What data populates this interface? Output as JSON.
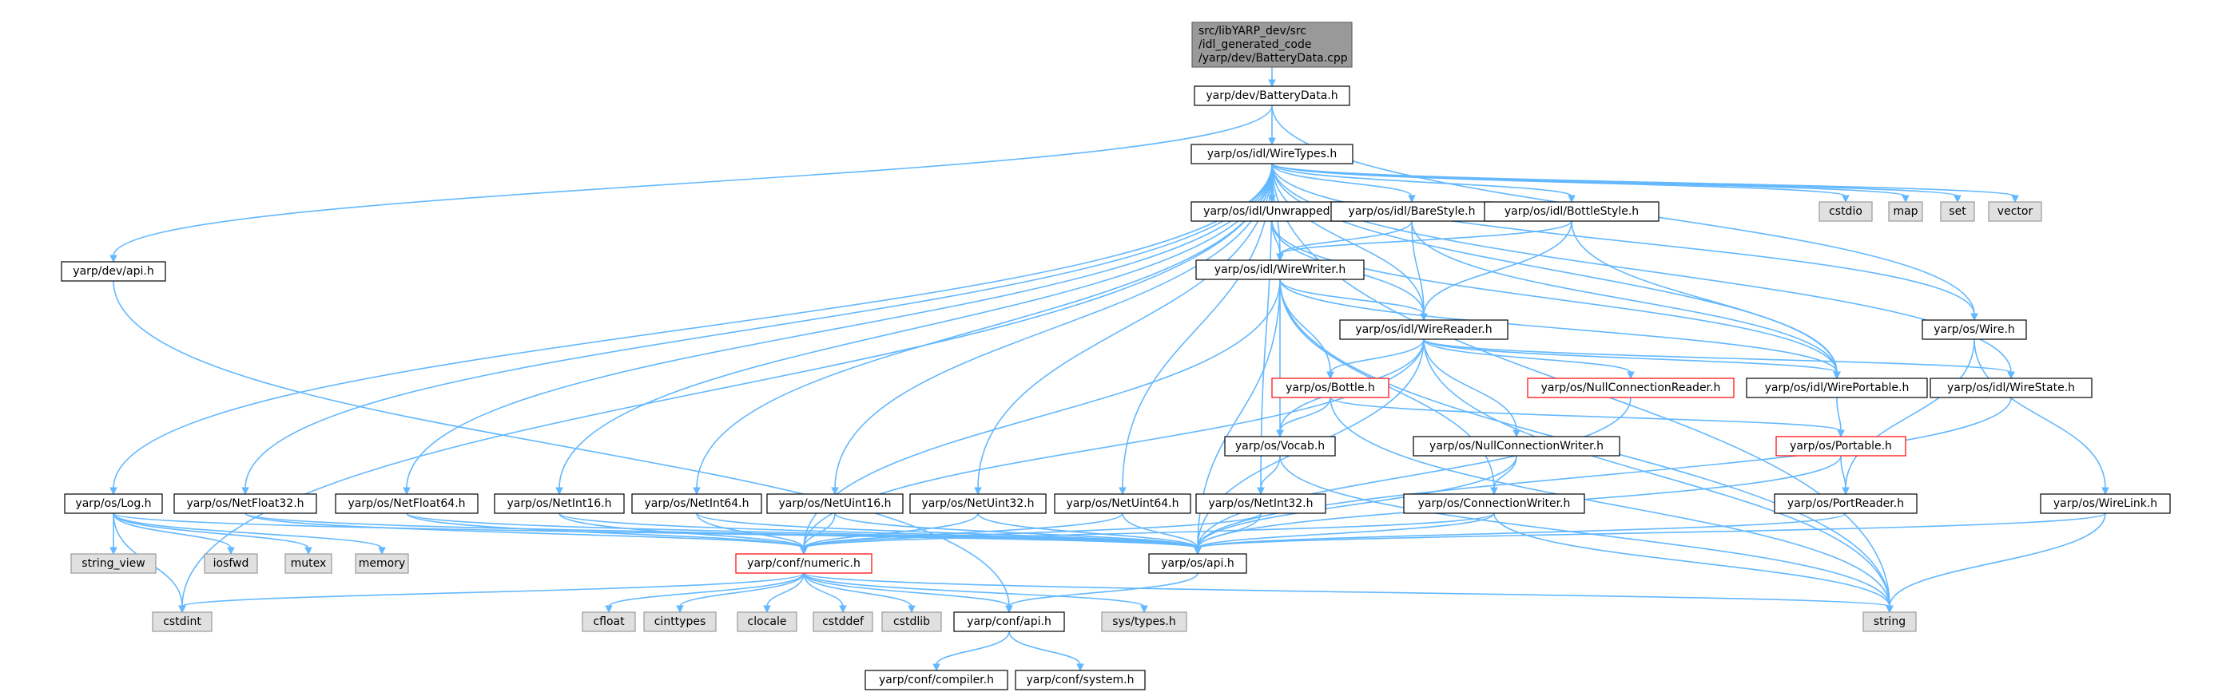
{
  "graph": {
    "colors": {
      "edge": "#63b8ff",
      "node_fill": "#ffffff",
      "node_border": "#000000",
      "root_fill": "#999999",
      "root_border": "#666666",
      "system_fill": "#e0e0e0",
      "system_border": "#999999",
      "truncated_border": "#ff0000"
    },
    "nodes": [
      {
        "id": "root",
        "lines": [
          "src/libYARP_dev/src",
          "/idl_generated_code",
          "/yarp/dev/BatteryData.cpp"
        ],
        "kind": "root"
      },
      {
        "id": "batterydata_h",
        "lines": [
          "yarp/dev/BatteryData.h"
        ],
        "kind": "normal"
      },
      {
        "id": "wiretypes_h",
        "lines": [
          "yarp/os/idl/WireTypes.h"
        ],
        "kind": "normal"
      },
      {
        "id": "dev_api_h",
        "lines": [
          "yarp/dev/api.h"
        ],
        "kind": "normal"
      },
      {
        "id": "unwrapped_h",
        "lines": [
          "yarp/os/idl/Unwrapped.h"
        ],
        "kind": "normal"
      },
      {
        "id": "barestyle_h",
        "lines": [
          "yarp/os/idl/BareStyle.h"
        ],
        "kind": "normal"
      },
      {
        "id": "bottlestyle_h",
        "lines": [
          "yarp/os/idl/BottleStyle.h"
        ],
        "kind": "normal"
      },
      {
        "id": "cstdio",
        "lines": [
          "cstdio"
        ],
        "kind": "system"
      },
      {
        "id": "map",
        "lines": [
          "map"
        ],
        "kind": "system"
      },
      {
        "id": "set",
        "lines": [
          "set"
        ],
        "kind": "system"
      },
      {
        "id": "vector",
        "lines": [
          "vector"
        ],
        "kind": "system"
      },
      {
        "id": "wirewriter_h",
        "lines": [
          "yarp/os/idl/WireWriter.h"
        ],
        "kind": "normal"
      },
      {
        "id": "wirereader_h",
        "lines": [
          "yarp/os/idl/WireReader.h"
        ],
        "kind": "normal"
      },
      {
        "id": "wire_h",
        "lines": [
          "yarp/os/Wire.h"
        ],
        "kind": "normal"
      },
      {
        "id": "bottle_h",
        "lines": [
          "yarp/os/Bottle.h"
        ],
        "kind": "truncated"
      },
      {
        "id": "nullconnreader_h",
        "lines": [
          "yarp/os/NullConnectionReader.h"
        ],
        "kind": "truncated"
      },
      {
        "id": "wireportable_h",
        "lines": [
          "yarp/os/idl/WirePortable.h"
        ],
        "kind": "normal"
      },
      {
        "id": "wirestate_h",
        "lines": [
          "yarp/os/idl/WireState.h"
        ],
        "kind": "normal"
      },
      {
        "id": "vocab_h",
        "lines": [
          "yarp/os/Vocab.h"
        ],
        "kind": "normal"
      },
      {
        "id": "nullconnwriter_h",
        "lines": [
          "yarp/os/NullConnectionWriter.h"
        ],
        "kind": "normal"
      },
      {
        "id": "portable_h",
        "lines": [
          "yarp/os/Portable.h"
        ],
        "kind": "truncated"
      },
      {
        "id": "log_h",
        "lines": [
          "yarp/os/Log.h"
        ],
        "kind": "normal"
      },
      {
        "id": "netfloat32_h",
        "lines": [
          "yarp/os/NetFloat32.h"
        ],
        "kind": "normal"
      },
      {
        "id": "netfloat64_h",
        "lines": [
          "yarp/os/NetFloat64.h"
        ],
        "kind": "normal"
      },
      {
        "id": "netint16_h",
        "lines": [
          "yarp/os/NetInt16.h"
        ],
        "kind": "normal"
      },
      {
        "id": "netint64_h",
        "lines": [
          "yarp/os/NetInt64.h"
        ],
        "kind": "normal"
      },
      {
        "id": "netuint16_h",
        "lines": [
          "yarp/os/NetUint16.h"
        ],
        "kind": "normal"
      },
      {
        "id": "netuint32_h",
        "lines": [
          "yarp/os/NetUint32.h"
        ],
        "kind": "normal"
      },
      {
        "id": "netuint64_h",
        "lines": [
          "yarp/os/NetUint64.h"
        ],
        "kind": "normal"
      },
      {
        "id": "netint32_h",
        "lines": [
          "yarp/os/NetInt32.h"
        ],
        "kind": "normal"
      },
      {
        "id": "connwriter_h",
        "lines": [
          "yarp/os/ConnectionWriter.h"
        ],
        "kind": "normal"
      },
      {
        "id": "portreader_h",
        "lines": [
          "yarp/os/PortReader.h"
        ],
        "kind": "normal"
      },
      {
        "id": "wirelink_h",
        "lines": [
          "yarp/os/WireLink.h"
        ],
        "kind": "normal"
      },
      {
        "id": "string_view",
        "lines": [
          "string_view"
        ],
        "kind": "system"
      },
      {
        "id": "iosfwd",
        "lines": [
          "iosfwd"
        ],
        "kind": "system"
      },
      {
        "id": "mutex",
        "lines": [
          "mutex"
        ],
        "kind": "system"
      },
      {
        "id": "memory",
        "lines": [
          "memory"
        ],
        "kind": "system"
      },
      {
        "id": "numeric_h",
        "lines": [
          "yarp/conf/numeric.h"
        ],
        "kind": "truncated"
      },
      {
        "id": "os_api_h",
        "lines": [
          "yarp/os/api.h"
        ],
        "kind": "normal"
      },
      {
        "id": "cstdint",
        "lines": [
          "cstdint"
        ],
        "kind": "system"
      },
      {
        "id": "cfloat",
        "lines": [
          "cfloat"
        ],
        "kind": "system"
      },
      {
        "id": "cinttypes",
        "lines": [
          "cinttypes"
        ],
        "kind": "system"
      },
      {
        "id": "clocale",
        "lines": [
          "clocale"
        ],
        "kind": "system"
      },
      {
        "id": "cstddef",
        "lines": [
          "cstddef"
        ],
        "kind": "system"
      },
      {
        "id": "cstdlib",
        "lines": [
          "cstdlib"
        ],
        "kind": "system"
      },
      {
        "id": "conf_api_h",
        "lines": [
          "yarp/conf/api.h"
        ],
        "kind": "normal"
      },
      {
        "id": "systypes_h",
        "lines": [
          "sys/types.h"
        ],
        "kind": "system"
      },
      {
        "id": "string",
        "lines": [
          "string"
        ],
        "kind": "system"
      },
      {
        "id": "compiler_h",
        "lines": [
          "yarp/conf/compiler.h"
        ],
        "kind": "normal"
      },
      {
        "id": "system_h",
        "lines": [
          "yarp/conf/system.h"
        ],
        "kind": "normal"
      }
    ],
    "edges": [
      [
        "root",
        "batterydata_h"
      ],
      [
        "batterydata_h",
        "wiretypes_h"
      ],
      [
        "batterydata_h",
        "dev_api_h"
      ],
      [
        "batterydata_h",
        "wire_h"
      ],
      [
        "wiretypes_h",
        "cstdint"
      ],
      [
        "wiretypes_h",
        "log_h"
      ],
      [
        "wiretypes_h",
        "netfloat32_h"
      ],
      [
        "wiretypes_h",
        "netfloat64_h"
      ],
      [
        "wiretypes_h",
        "netint16_h"
      ],
      [
        "wiretypes_h",
        "netint64_h"
      ],
      [
        "wiretypes_h",
        "netuint16_h"
      ],
      [
        "wiretypes_h",
        "netuint32_h"
      ],
      [
        "wiretypes_h",
        "netuint64_h"
      ],
      [
        "wiretypes_h",
        "netint32_h"
      ],
      [
        "wiretypes_h",
        "unwrapped_h"
      ],
      [
        "wiretypes_h",
        "barestyle_h"
      ],
      [
        "wiretypes_h",
        "bottlestyle_h"
      ],
      [
        "wiretypes_h",
        "wirewriter_h"
      ],
      [
        "wiretypes_h",
        "wirereader_h"
      ],
      [
        "wiretypes_h",
        "wireportable_h"
      ],
      [
        "wiretypes_h",
        "wirestate_h"
      ],
      [
        "wiretypes_h",
        "wire_h"
      ],
      [
        "wiretypes_h",
        "cstdio"
      ],
      [
        "wiretypes_h",
        "map"
      ],
      [
        "wiretypes_h",
        "set"
      ],
      [
        "wiretypes_h",
        "vector"
      ],
      [
        "wiretypes_h",
        "string"
      ],
      [
        "dev_api_h",
        "conf_api_h"
      ],
      [
        "unwrapped_h",
        "wirewriter_h"
      ],
      [
        "unwrapped_h",
        "wirereader_h"
      ],
      [
        "unwrapped_h",
        "wireportable_h"
      ],
      [
        "barestyle_h",
        "wirewriter_h"
      ],
      [
        "barestyle_h",
        "wirereader_h"
      ],
      [
        "barestyle_h",
        "wireportable_h"
      ],
      [
        "bottlestyle_h",
        "wirewriter_h"
      ],
      [
        "bottlestyle_h",
        "wirereader_h"
      ],
      [
        "bottlestyle_h",
        "wireportable_h"
      ],
      [
        "wirewriter_h",
        "os_api_h"
      ],
      [
        "wirewriter_h",
        "wirereader_h"
      ],
      [
        "wirewriter_h",
        "bottle_h"
      ],
      [
        "wirewriter_h",
        "vocab_h"
      ],
      [
        "wirewriter_h",
        "wireportable_h"
      ],
      [
        "wirewriter_h",
        "connwriter_h"
      ],
      [
        "wirewriter_h",
        "numeric_h"
      ],
      [
        "wirewriter_h",
        "string"
      ],
      [
        "wirereader_h",
        "bottle_h"
      ],
      [
        "wirereader_h",
        "nullconnreader_h"
      ],
      [
        "wirereader_h",
        "nullconnwriter_h"
      ],
      [
        "wirereader_h",
        "wireportable_h"
      ],
      [
        "wirereader_h",
        "wirestate_h"
      ],
      [
        "wirereader_h",
        "vocab_h"
      ],
      [
        "wirereader_h",
        "numeric_h"
      ],
      [
        "wirereader_h",
        "os_api_h"
      ],
      [
        "wirereader_h",
        "string"
      ],
      [
        "wire_h",
        "portreader_h"
      ],
      [
        "wire_h",
        "wirelink_h"
      ],
      [
        "bottle_h",
        "vocab_h"
      ],
      [
        "bottle_h",
        "portable_h"
      ],
      [
        "bottle_h",
        "string"
      ],
      [
        "nullconnreader_h",
        "os_api_h"
      ],
      [
        "wireportable_h",
        "portable_h"
      ],
      [
        "wirestate_h",
        "os_api_h"
      ],
      [
        "vocab_h",
        "netint32_h"
      ],
      [
        "vocab_h",
        "string"
      ],
      [
        "nullconnwriter_h",
        "connwriter_h"
      ],
      [
        "nullconnwriter_h",
        "os_api_h"
      ],
      [
        "portable_h",
        "portreader_h"
      ],
      [
        "portable_h",
        "os_api_h"
      ],
      [
        "log_h",
        "string_view"
      ],
      [
        "log_h",
        "iosfwd"
      ],
      [
        "log_h",
        "mutex"
      ],
      [
        "log_h",
        "memory"
      ],
      [
        "log_h",
        "cstdint"
      ],
      [
        "log_h",
        "os_api_h"
      ],
      [
        "netfloat32_h",
        "numeric_h"
      ],
      [
        "netfloat32_h",
        "os_api_h"
      ],
      [
        "netfloat64_h",
        "numeric_h"
      ],
      [
        "netfloat64_h",
        "os_api_h"
      ],
      [
        "netint16_h",
        "numeric_h"
      ],
      [
        "netint16_h",
        "os_api_h"
      ],
      [
        "netint64_h",
        "numeric_h"
      ],
      [
        "netint64_h",
        "os_api_h"
      ],
      [
        "netuint16_h",
        "numeric_h"
      ],
      [
        "netuint16_h",
        "os_api_h"
      ],
      [
        "netuint32_h",
        "numeric_h"
      ],
      [
        "netuint32_h",
        "os_api_h"
      ],
      [
        "netuint64_h",
        "numeric_h"
      ],
      [
        "netuint64_h",
        "os_api_h"
      ],
      [
        "netint32_h",
        "numeric_h"
      ],
      [
        "netint32_h",
        "os_api_h"
      ],
      [
        "connwriter_h",
        "os_api_h"
      ],
      [
        "connwriter_h",
        "numeric_h"
      ],
      [
        "connwriter_h",
        "string"
      ],
      [
        "portreader_h",
        "os_api_h"
      ],
      [
        "wirelink_h",
        "os_api_h"
      ],
      [
        "wirelink_h",
        "string"
      ],
      [
        "numeric_h",
        "cstdint"
      ],
      [
        "numeric_h",
        "cfloat"
      ],
      [
        "numeric_h",
        "cinttypes"
      ],
      [
        "numeric_h",
        "clocale"
      ],
      [
        "numeric_h",
        "cstddef"
      ],
      [
        "numeric_h",
        "cstdlib"
      ],
      [
        "numeric_h",
        "conf_api_h"
      ],
      [
        "numeric_h",
        "systypes_h"
      ],
      [
        "numeric_h",
        "string"
      ],
      [
        "os_api_h",
        "conf_api_h"
      ],
      [
        "conf_api_h",
        "compiler_h"
      ],
      [
        "conf_api_h",
        "system_h"
      ]
    ]
  }
}
